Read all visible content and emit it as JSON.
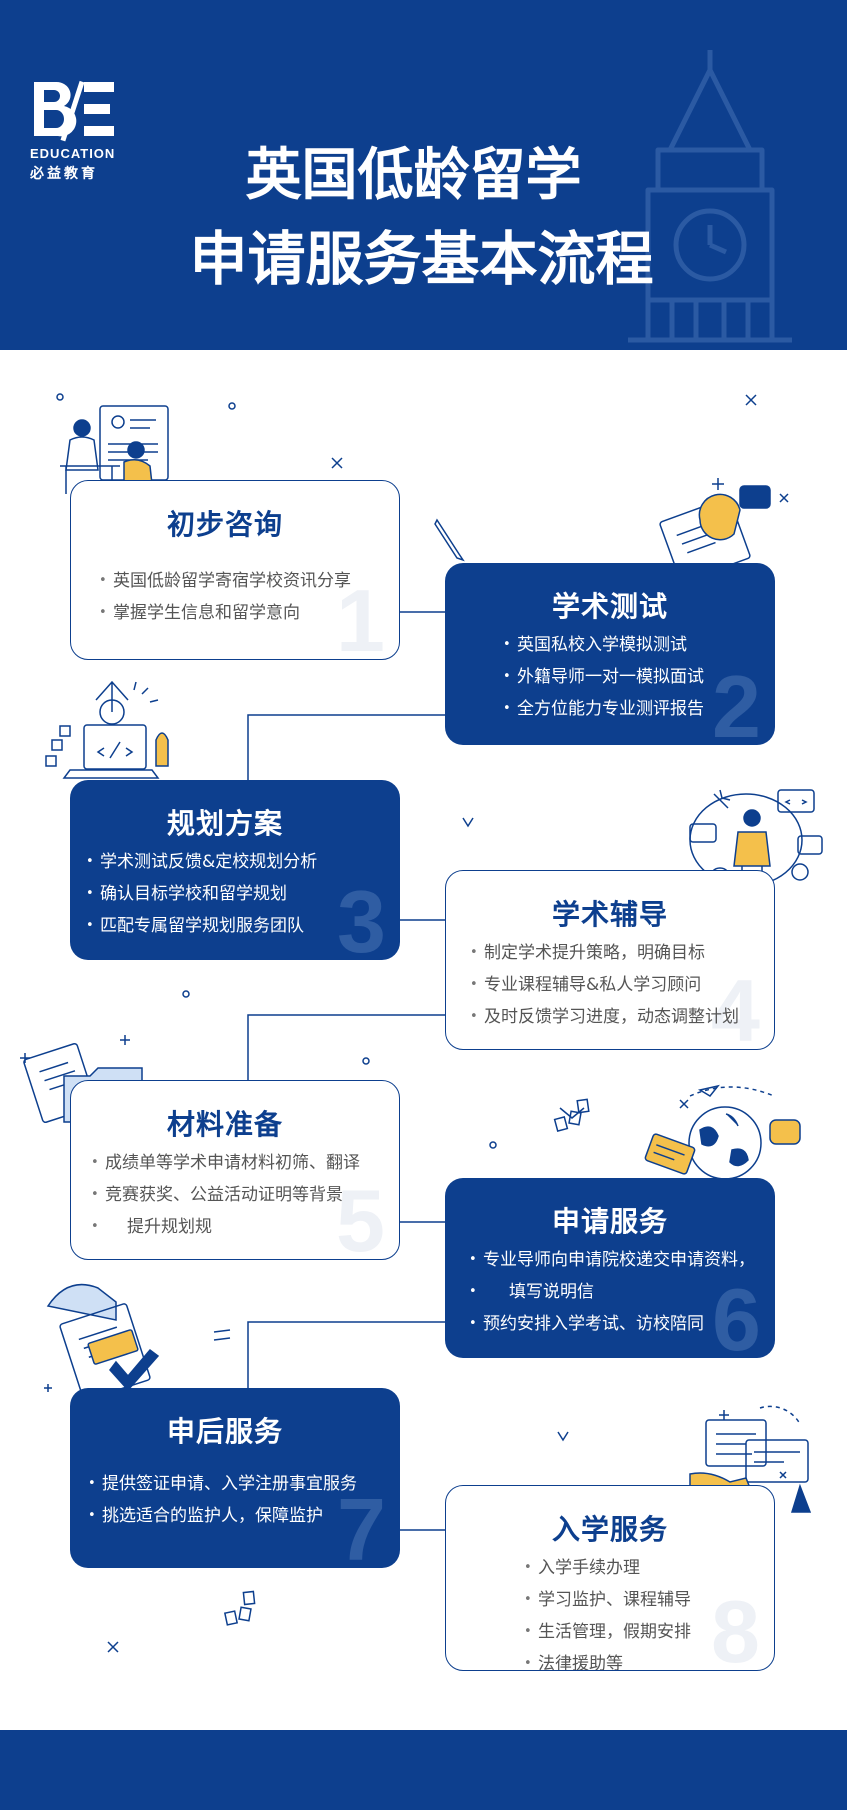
{
  "brand": {
    "logo_en": "EDUCATION",
    "logo_cn": "必益教育",
    "color_primary": "#0d3f8e",
    "color_light_num": "#eef1f6"
  },
  "header": {
    "title_line1": "英国低龄留学",
    "title_line2": "申请服务基本流程"
  },
  "steps": [
    {
      "number": "1",
      "title": "初步咨询",
      "items": [
        "英国低龄留学寄宿学校资讯分享",
        "掌握学生信息和留学意向"
      ]
    },
    {
      "number": "2",
      "title": "学术测试",
      "items": [
        "英国私校入学模拟测试",
        "外籍导师一对一模拟面试",
        "全方位能力专业测评报告"
      ]
    },
    {
      "number": "3",
      "title": "规划方案",
      "items": [
        "学术测试反馈&定校规划分析",
        "确认目标学校和留学规划",
        "匹配专属留学规划服务团队"
      ]
    },
    {
      "number": "4",
      "title": "学术辅导",
      "items": [
        "制定学术提升策略，明确目标",
        "专业课程辅导&私人学习顾问",
        "及时反馈学习进度，动态调整计划"
      ]
    },
    {
      "number": "5",
      "title": "材料准备",
      "items": [
        "成绩单等学术申请材料初筛、翻译",
        "竞赛获奖、公益活动证明等背景",
        "提升规划规"
      ]
    },
    {
      "number": "6",
      "title": "申请服务",
      "items": [
        "专业导师向申请院校递交申请资料，",
        "填写说明信",
        "预约安排入学考试、访校陪同"
      ]
    },
    {
      "number": "7",
      "title": "申后服务",
      "items": [
        "提供签证申请、入学注册事宜服务",
        "挑选适合的监护人，保障监护"
      ]
    },
    {
      "number": "8",
      "title": "入学服务",
      "items": [
        "入学手续办理",
        "学习监护、课程辅导",
        "生活管理，假期安排",
        "法律援助等"
      ]
    }
  ],
  "icons": [
    "consultation-illustration",
    "exam-illustration",
    "planning-illustration",
    "tutoring-illustration",
    "folder-illustration",
    "globe-illustration",
    "document-check-illustration",
    "handover-illustration",
    "big-ben-icon"
  ]
}
